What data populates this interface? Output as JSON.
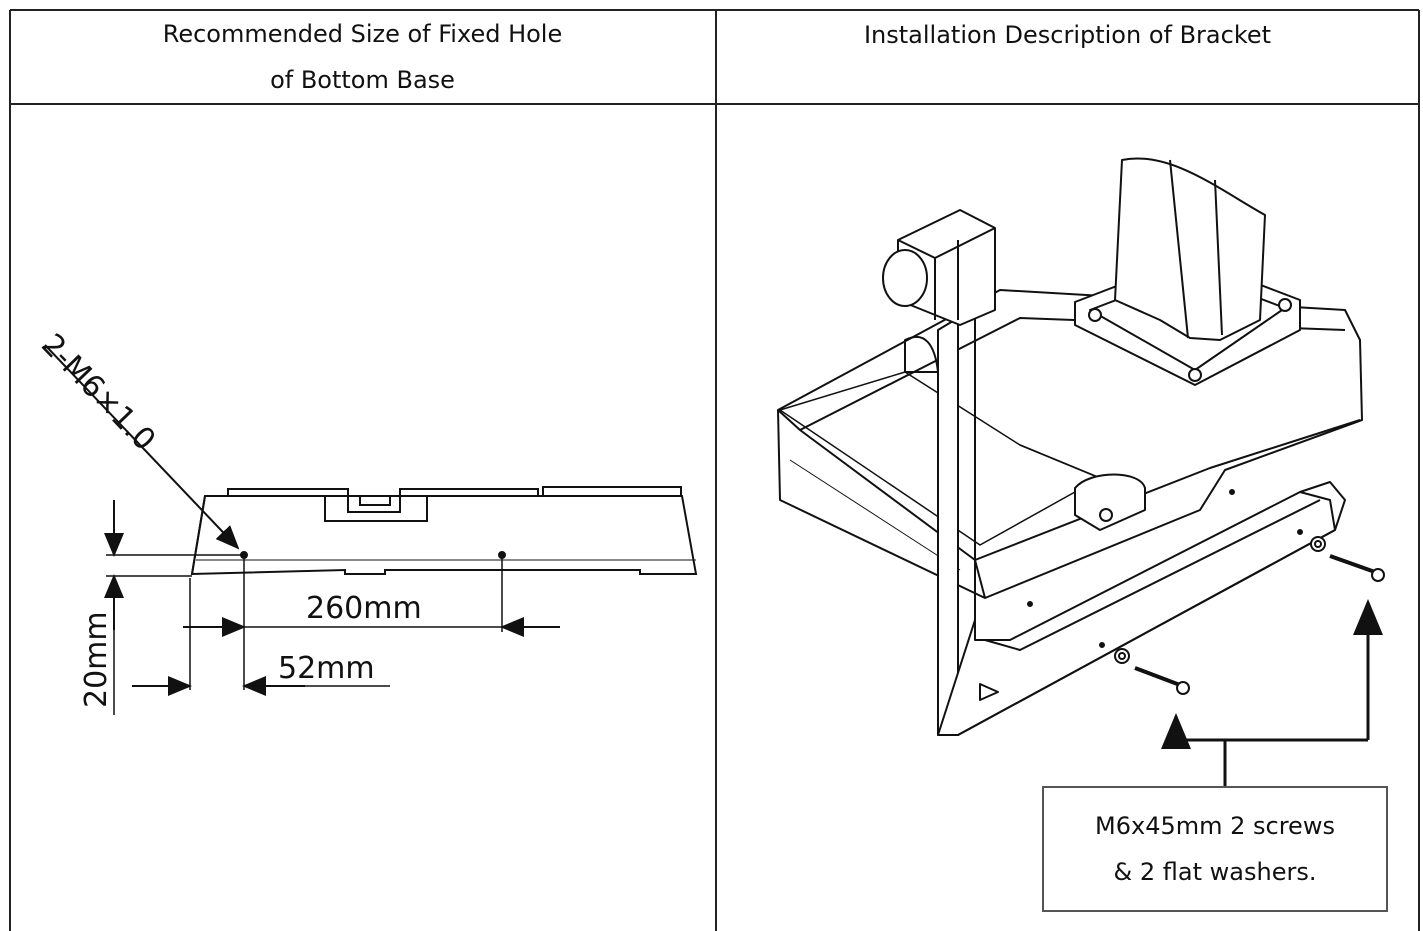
{
  "table": {
    "left_header_line1": "Recommended Size of Fixed Hole",
    "left_header_line2": "of Bottom Base",
    "right_header": "Installation Description of Bracket"
  },
  "left_diagram": {
    "thread_spec": "2-M6×1.0",
    "dim_hole_spacing": "260mm",
    "dim_edge_offset": "52mm",
    "dim_height": "20mm"
  },
  "right_diagram": {
    "callout_line1": "M6x45mm 2 screws",
    "callout_line2": "& 2 flat washers."
  }
}
